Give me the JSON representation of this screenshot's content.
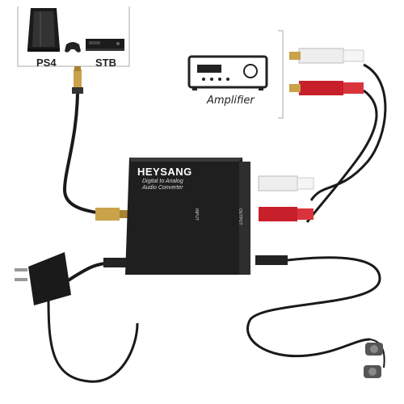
{
  "devices": {
    "ps4_label": "PS4",
    "stb_label": "STB",
    "amplifier_label": "Amplifier"
  },
  "converter": {
    "brand": "HEYSANG",
    "product_line1": "Digital to Analog",
    "product_line2": "Audio Converter",
    "input_port": "INPUT",
    "output_port": "OUTPUT"
  },
  "colors": {
    "body": "#1f1f1f",
    "cable": "#1a1a1a",
    "rca_red": "#c8202a",
    "rca_white": "#eeeeee",
    "gold": "#c9a24a"
  }
}
